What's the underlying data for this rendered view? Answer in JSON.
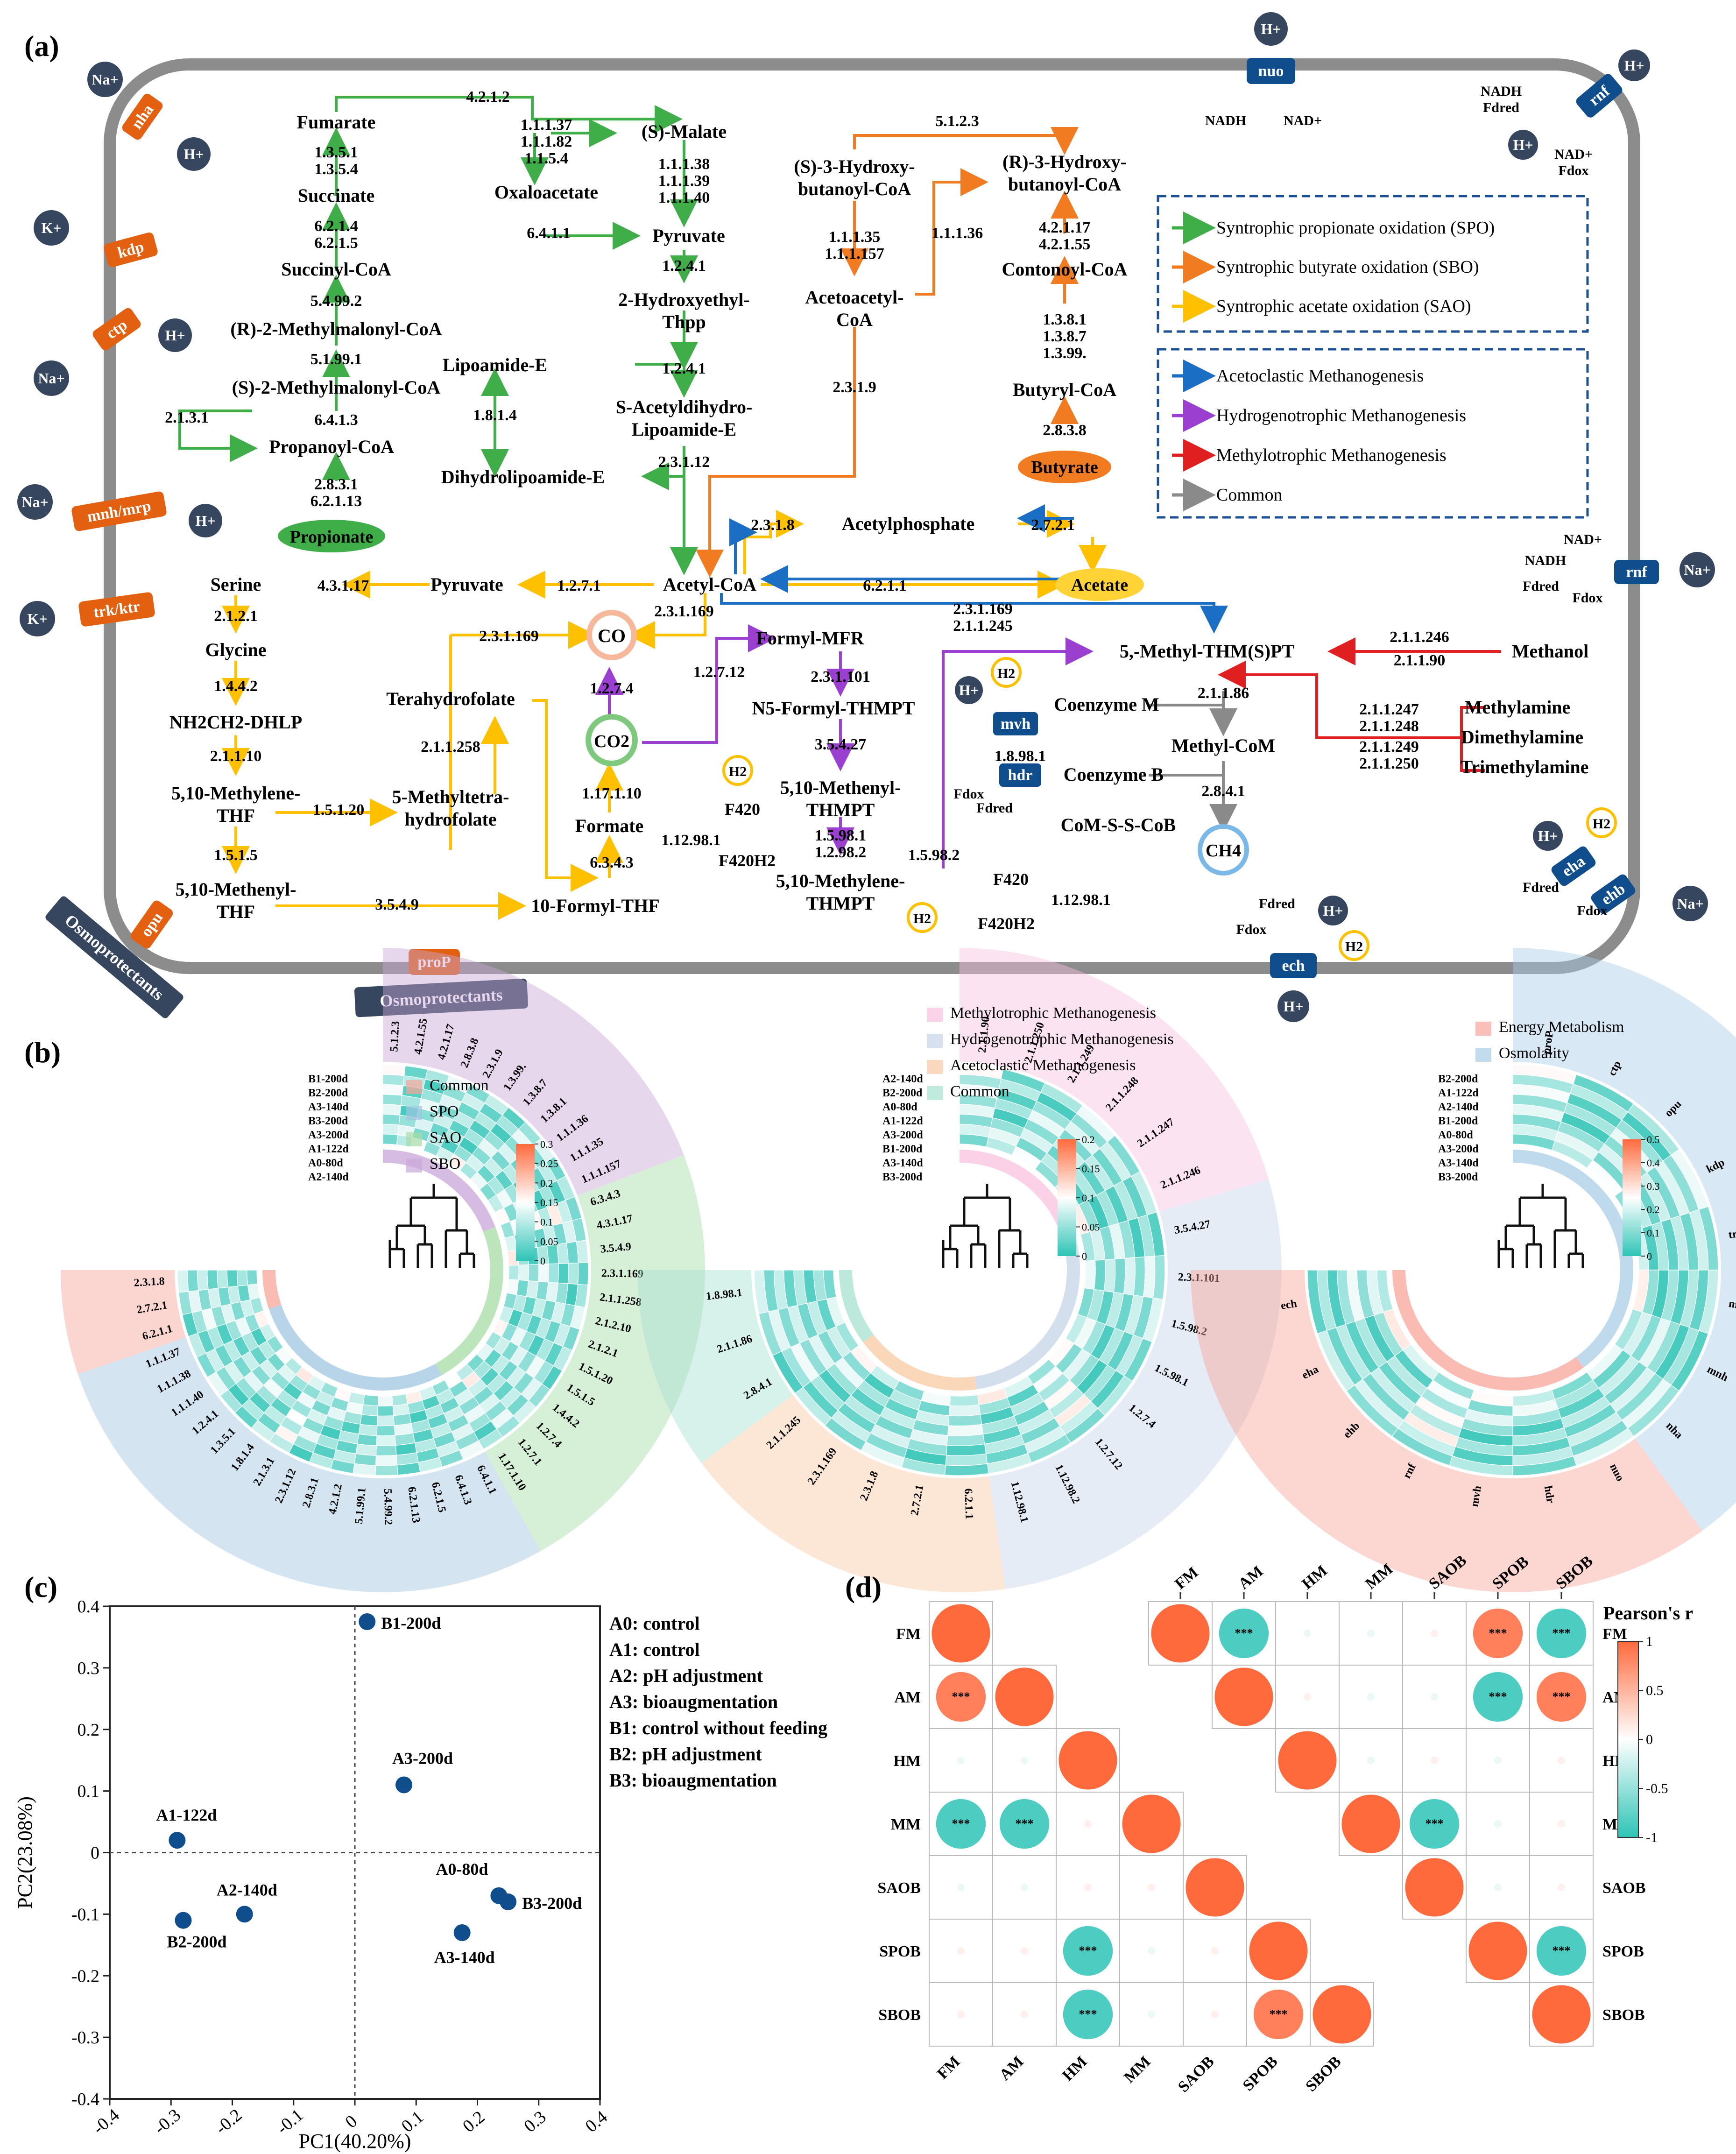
{
  "panel_labels": {
    "a": "(a)",
    "b": "(b)",
    "c": "(c)",
    "d": "(d)"
  },
  "colors": {
    "spo": "#3fae49",
    "sbo": "#f07b21",
    "sao": "#ffc000",
    "aceto": "#1a6fc4",
    "hydro": "#9b3fd0",
    "methylo": "#e02020",
    "common": "#8a8a8a",
    "transporter": "#e2600f",
    "transporter_blue": "#0f4d8c",
    "ion_dark": "#35465e",
    "low": "#2ec4b6",
    "high": "#ff6a3d"
  },
  "panel_a": {
    "legend1": [
      "Syntrophic propionate oxidation (SPO)",
      "Syntrophic butyrate oxidation (SBO)",
      "Syntrophic acetate oxidation (SAO)"
    ],
    "legend2": [
      "Acetoclastic Methanogenesis",
      "Hydrogenotrophic Methanogenesis",
      "Methylotrophic Methanogenesis",
      "Common"
    ],
    "metabolites": {
      "fumarate": "Fumarate",
      "succinate": "Succinate",
      "succinyl_coa": "Succinyl-CoA",
      "r_methylmalonyl": "(R)-2-Methylmalonyl-CoA",
      "s_methylmalonyl": "(S)-2-Methylmalonyl-CoA",
      "propanoyl": "Propanoyl-CoA",
      "propionate": "Propionate",
      "s_malate": "(S)-Malate",
      "oxaloacetate": "Oxaloacetate",
      "pyruvate_top": "Pyruvate",
      "hydroxyethyl_1": "2-Hydroxyethyl-",
      "hydroxyethyl_2": "Thpp",
      "lipoamide": "Lipoamide-E",
      "s_acetyl_1": "S-Acetyldihydro-",
      "s_acetyl_2": "Lipoamide-E",
      "dihydrolipoamide": "Dihydrolipoamide-E",
      "s3h_1": "(S)-3-Hydroxy-",
      "s3h_2": "butanoyl-CoA",
      "r3h_1": "(R)-3-Hydroxy-",
      "r3h_2": "butanoyl-CoA",
      "contonoyl": "Contonoyl-CoA",
      "acetoacetyl_1": "Acetoacetyl-",
      "acetoacetyl_2": "CoA",
      "butyryl": "Butyryl-CoA",
      "butyrate": "Butyrate",
      "acetylphosphate": "Acetylphosphate",
      "acetate": "Acetate",
      "acetyl_coa": "Acetyl-CoA",
      "serine": "Serine",
      "pyruvate_mid": "Pyruvate",
      "glycine": "Glycine",
      "nh2": "NH2CH2-DHLP",
      "methylene_thf_1": "5,10-Methylene-",
      "methylene_thf_2": "THF",
      "methenyl_thf_1": "5,10-Methenyl-",
      "methenyl_thf_2": "THF",
      "terahydrofolate": "Terahydrofolate",
      "methyltetra_1": "5-Methyltetra-",
      "methyltetra_2": "hydrofolate",
      "formyl_thf": "10-Formyl-THF",
      "formate": "Formate",
      "co": "CO",
      "co2": "CO2",
      "formyl_mfr": "Formyl-MFR",
      "n5_formyl": "N5-Formyl-THMPT",
      "methenyl_thmpt_1": "5,10-Methenyl-",
      "methenyl_thmpt_2": "THMPT",
      "methylene_thmpt_1": "5,10-Methylene-",
      "methylene_thmpt_2": "THMPT",
      "methyl_thmspt": "5,-Methyl-THM(S)PT",
      "methanol": "Methanol",
      "coenzyme_m": "Coenzyme M",
      "methyl_com": "Methyl-CoM",
      "coenzyme_b": "Coenzyme B",
      "com_s_s_cob": "CoM-S-S-CoB",
      "ch4": "CH4",
      "methylamine": "Methylamine",
      "dimethylamine": "Dimethylamine",
      "trimethylamine": "Trimethylamine",
      "f420": "F420",
      "f420h2": "F420H2",
      "h2": "H2",
      "osmo1": "Osmoprotectants",
      "osmo2": "Osmoprotectants",
      "nadh": "NADH",
      "nad": "NAD+",
      "fd_red": "Fdred",
      "fd_ox": "Fdox"
    },
    "enzymes": {
      "e4212": "4.2.1.2",
      "e1137": "1.1.1.37",
      "e1182": "1.1.1.82",
      "e1154": "1.1.5.4",
      "e1351": "1.3.5.1",
      "e1354": "1.3.5.4",
      "e6214": "6.2.1.4",
      "e6215": "6.2.1.5",
      "e54992": "5.4.99.2",
      "e51991": "5.1.99.1",
      "e2131": "2.1.3.1",
      "e6413": "6.4.1.3",
      "e2831": "2.8.3.1",
      "e62113": "6.2.1.13",
      "e6411": "6.4.1.1",
      "e1138": "1.1.1.38",
      "e1139": "1.1.1.39",
      "e11140": "1.1.1.40",
      "e1241": "1.2.4.1",
      "e1241b": "1.2.4.1",
      "e1814": "1.8.1.4",
      "e23112": "2.3.1.12",
      "e5123": "5.1.2.3",
      "e11135": "1.1.1.35",
      "e111157": "1.1.1.157",
      "e11136": "1.1.1.36",
      "e42117": "4.2.1.17",
      "e42155": "4.2.1.55",
      "e1381": "1.3.8.1",
      "e1387": "1.3.8.7",
      "e1399": "1.3.99.",
      "e2319": "2.3.1.9",
      "e2838": "2.8.3.8",
      "e2318": "2.3.1.8",
      "e2721": "2.7.2.1",
      "e6211": "6.2.1.1",
      "e12771": "1.2.7.1",
      "e43117": "4.3.1.17",
      "e231169a": "2.3.1.169",
      "e231169b": "2.3.1.169",
      "e231169c": "2.3.1.169",
      "e211245": "2.1.1.245",
      "e2121": "2.1.2.1",
      "e1442": "1.4.4.2",
      "e21110": "2.1.1.10",
      "e15120": "1.5.1.20",
      "e211258": "2.1.1.258",
      "e1515": "1.5.1.5",
      "e3549": "3.5.4.9",
      "e6343": "6.3.4.3",
      "e11710": "1.17.1.10",
      "e1274": "1.2.7.4",
      "e12712": "1.2.7.12",
      "e231101": "2.3.1.101",
      "e35427": "3.5.4.27",
      "e15981": "1.5.98.1",
      "e12982": "1.2.98.2",
      "e15982": "1.5.98.2",
      "e112981a": "1.12.98.1",
      "e112981b": "1.12.98.1",
      "e18981": "1.8.98.1",
      "e21186": "2.1.1.86",
      "e2841": "2.8.4.1",
      "e211246": "2.1.1.246",
      "e21190": "2.1.1.90",
      "e211247": "2.1.1.247",
      "e211248": "2.1.1.248",
      "e211249": "2.1.1.249",
      "e211250": "2.1.1.250"
    },
    "transporters": {
      "nha": "nha",
      "kdp": "kdp",
      "ctp": "ctp",
      "mnh": "mnh/mrp",
      "trk": "trk/ktr",
      "opu": "opu",
      "prop": "proP",
      "nuo": "nuo",
      "rnf1": "rnf",
      "rnf2": "rnf",
      "eha": "eha",
      "ehb": "ehb",
      "ech": "ech",
      "mvh": "mvh",
      "hdr": "hdr"
    },
    "ions": {
      "na": "Na+",
      "h": "H+",
      "k": "K+"
    }
  },
  "panel_b": {
    "left": {
      "legend": [
        "Common",
        "SPO",
        "SAO",
        "SBO"
      ],
      "samples": [
        "B1-200d",
        "B2-200d",
        "A3-140d",
        "B3-200d",
        "A3-200d",
        "A1-122d",
        "A0-80d",
        "A2-140d"
      ],
      "colorbar": [
        "0.3",
        "0.25",
        "0.2",
        "0.15",
        "0.1",
        "0.05",
        "0"
      ],
      "genes": [
        "5.1.2.3",
        "4.2.1.55",
        "4.2.1.17",
        "2.8.3.8",
        "2.3.1.9",
        "1.3.99.",
        "1.3.8.7",
        "1.3.8.1",
        "1.1.1.36",
        "1.1.1.35",
        "1.1.1.157",
        "6.3.4.3",
        "4.3.1.17",
        "3.5.4.9",
        "2.3.1.169",
        "2.1.1.258",
        "2.1.2.10",
        "2.1.2.1",
        "1.5.1.20",
        "1.5.1.5",
        "1.4.4.2",
        "1.2.7.4",
        "1.2.7.1",
        "1.17.1.10",
        "6.4.1.1",
        "6.4.1.3",
        "6.2.1.5",
        "6.2.1.13",
        "5.4.99.2",
        "5.1.99.1",
        "4.2.1.2",
        "2.8.3.1",
        "2.3.1.12",
        "2.1.3.1",
        "1.8.1.4",
        "1.3.5.1",
        "1.2.4.1",
        "1.1.1.40",
        "1.1.1.38",
        "1.1.1.37",
        "6.2.1.1",
        "2.7.2.1",
        "2.3.1.8"
      ]
    },
    "middle": {
      "legend": [
        "Methylotrophic Methanogenesis",
        "Hydrogenotrophic Methanogenesis",
        "Acetoclastic Methanogenesis",
        "Common"
      ],
      "samples": [
        "A2-140d",
        "B2-200d",
        "A0-80d",
        "A1-122d",
        "A3-200d",
        "B1-200d",
        "A3-140d",
        "B3-200d"
      ],
      "colorbar": [
        "0.2",
        "0.15",
        "0.1",
        "0.05",
        "0"
      ],
      "genes": [
        "2.1.1.90",
        "2.1.1.250",
        "2.1.1.249",
        "2.1.1.248",
        "2.1.1.247",
        "2.1.1.246",
        "3.5.4.27",
        "2.3.1.101",
        "1.5.98.2",
        "1.5.98.1",
        "1.2.7.4",
        "1.2.7.12",
        "1.12.98.2",
        "1.12.98.1",
        "6.2.1.1",
        "2.7.2.1",
        "2.3.1.8",
        "2.3.1.169",
        "2.1.1.245",
        "2.8.4.1",
        "2.1.1.86",
        "1.8.98.1"
      ]
    },
    "right": {
      "legend": [
        "Energy Metabolism",
        "Osmolality"
      ],
      "samples": [
        "B2-200d",
        "A1-122d",
        "A2-140d",
        "B1-200d",
        "A0-80d",
        "A3-200d",
        "A3-140d",
        "B3-200d"
      ],
      "colorbar": [
        "0.5",
        "0.4",
        "0.3",
        "0.2",
        "0.1",
        "0"
      ],
      "genes": [
        "proP",
        "ctp",
        "opu",
        "kdp",
        "trk/ktr",
        "mrp",
        "mnh",
        "nha",
        "nuo",
        "hdr",
        "mvh",
        "rnf",
        "ehb",
        "eha",
        "ech"
      ]
    }
  },
  "chart_data": [
    {
      "type": "scatter",
      "xlabel": "PC1(40.20%)",
      "ylabel": "PC2(23.08%)",
      "xlim": [
        -0.4,
        0.4
      ],
      "ylim": [
        -0.4,
        0.4
      ],
      "xticks": [
        "-0.4",
        "-0.3",
        "-0.2",
        "-0.1",
        "0",
        "0.1",
        "0.2",
        "0.3",
        "0.4"
      ],
      "yticks": [
        "0.4",
        "0.3",
        "0.2",
        "0.1",
        "0",
        "-0.1",
        "-0.2",
        "-0.3",
        "-0.4"
      ],
      "points": [
        {
          "label": "B1-200d",
          "x": 0.02,
          "y": 0.375
        },
        {
          "label": "A3-200d",
          "x": 0.08,
          "y": 0.11
        },
        {
          "label": "A1-122d",
          "x": -0.29,
          "y": 0.02
        },
        {
          "label": "A2-140d",
          "x": -0.18,
          "y": -0.1
        },
        {
          "label": "B2-200d",
          "x": -0.28,
          "y": -0.11
        },
        {
          "label": "A0-80d",
          "x": 0.235,
          "y": -0.07
        },
        {
          "label": "B3-200d",
          "x": 0.25,
          "y": -0.08
        },
        {
          "label": "A3-140d",
          "x": 0.175,
          "y": -0.13
        }
      ],
      "legend": [
        "A0: control",
        "A1: control",
        "A2: pH adjustment",
        "A3: bioaugmentation",
        "B1: control without feeding",
        "B2: pH adjustment",
        "B3: bioaugmentation"
      ]
    },
    {
      "type": "heatmap",
      "title": "Pearson's r",
      "labels": [
        "FM",
        "AM",
        "HM",
        "MM",
        "SAOB",
        "SPOB",
        "SBOB"
      ],
      "colorbar_ticks": [
        "1",
        "0.5",
        "0",
        "-0.5",
        "-1"
      ],
      "lower": [
        [
          1,
          null,
          null,
          null,
          null,
          null,
          null
        ],
        [
          0.85,
          1,
          null,
          null,
          null,
          null,
          null
        ],
        [
          -0.1,
          -0.1,
          1,
          null,
          null,
          null,
          null
        ],
        [
          -0.85,
          -0.85,
          0.1,
          1,
          null,
          null,
          null
        ],
        [
          -0.1,
          -0.1,
          0.1,
          0.1,
          1,
          null,
          null
        ],
        [
          0.1,
          0.1,
          -0.85,
          -0.1,
          0.1,
          1,
          null
        ],
        [
          0.1,
          0.1,
          -0.85,
          -0.1,
          0.1,
          0.85,
          1
        ]
      ],
      "lower_sig": [
        [
          "",
          "",
          "",
          "",
          "",
          "",
          ""
        ],
        [
          "***",
          "",
          "",
          "",
          "",
          "",
          ""
        ],
        [
          "",
          "",
          "",
          "",
          "",
          "",
          ""
        ],
        [
          "***",
          "***",
          "",
          "",
          "",
          "",
          ""
        ],
        [
          "",
          "",
          "",
          "",
          "",
          "",
          ""
        ],
        [
          "",
          "",
          "***",
          "",
          "",
          "",
          ""
        ],
        [
          "",
          "",
          "***",
          "",
          "",
          "***",
          ""
        ]
      ],
      "upper": [
        [
          1,
          -0.85,
          -0.1,
          -0.1,
          0.1,
          0.85,
          -0.85
        ],
        [
          null,
          1,
          0.1,
          -0.1,
          -0.1,
          -0.85,
          0.85
        ],
        [
          null,
          null,
          1,
          -0.1,
          0.1,
          -0.1,
          0.1
        ],
        [
          null,
          null,
          null,
          1,
          -0.85,
          -0.1,
          0.1
        ],
        [
          null,
          null,
          null,
          null,
          1,
          -0.1,
          0.1
        ],
        [
          null,
          null,
          null,
          null,
          null,
          1,
          -0.85
        ],
        [
          null,
          null,
          null,
          null,
          null,
          null,
          1
        ]
      ],
      "upper_sig": [
        [
          "",
          "***",
          "",
          "",
          "",
          "***",
          "***"
        ],
        [
          "",
          "",
          "",
          "",
          "",
          "***",
          "***"
        ],
        [
          "",
          "",
          "",
          "",
          "",
          "",
          ""
        ],
        [
          "",
          "",
          "",
          "",
          "***",
          "",
          ""
        ],
        [
          "",
          "",
          "",
          "",
          "",
          "",
          ""
        ],
        [
          "",
          "",
          "",
          "",
          "",
          "",
          "***"
        ],
        [
          "",
          "",
          "",
          "",
          "",
          "",
          ""
        ]
      ]
    }
  ]
}
